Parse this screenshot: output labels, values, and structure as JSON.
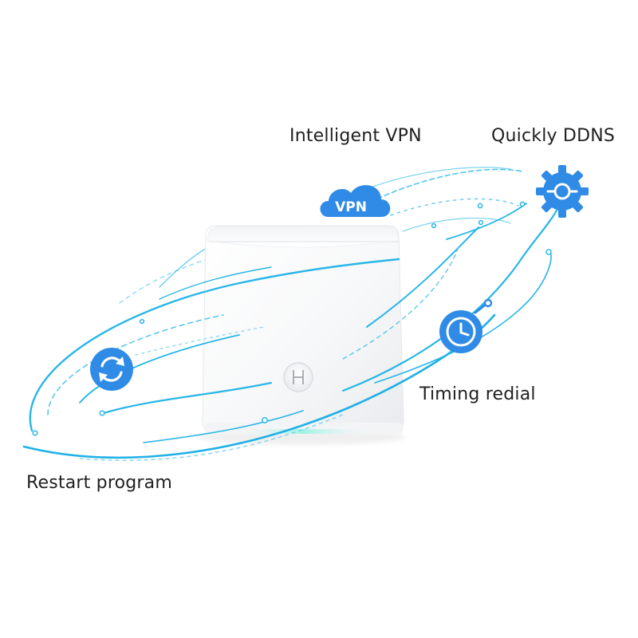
{
  "features": {
    "intelligent_vpn": "Intelligent VPN",
    "quickly_ddns": "Quickly DDNS",
    "timing_redial": "Timing redial",
    "restart_program": "Restart program"
  },
  "badges": {
    "vpn_cloud_text": "VPN"
  },
  "colors": {
    "accent_blue": "#2f8be6",
    "swirl_cyan": "#29b6e8",
    "status_led": "#9cf3e3",
    "device_white": "#ffffff"
  },
  "icons": {
    "vpn": "cloud-icon",
    "ddns": "gear-icon",
    "timing": "stopwatch-icon",
    "restart": "refresh-icon",
    "device_logo": "logo-icon"
  }
}
